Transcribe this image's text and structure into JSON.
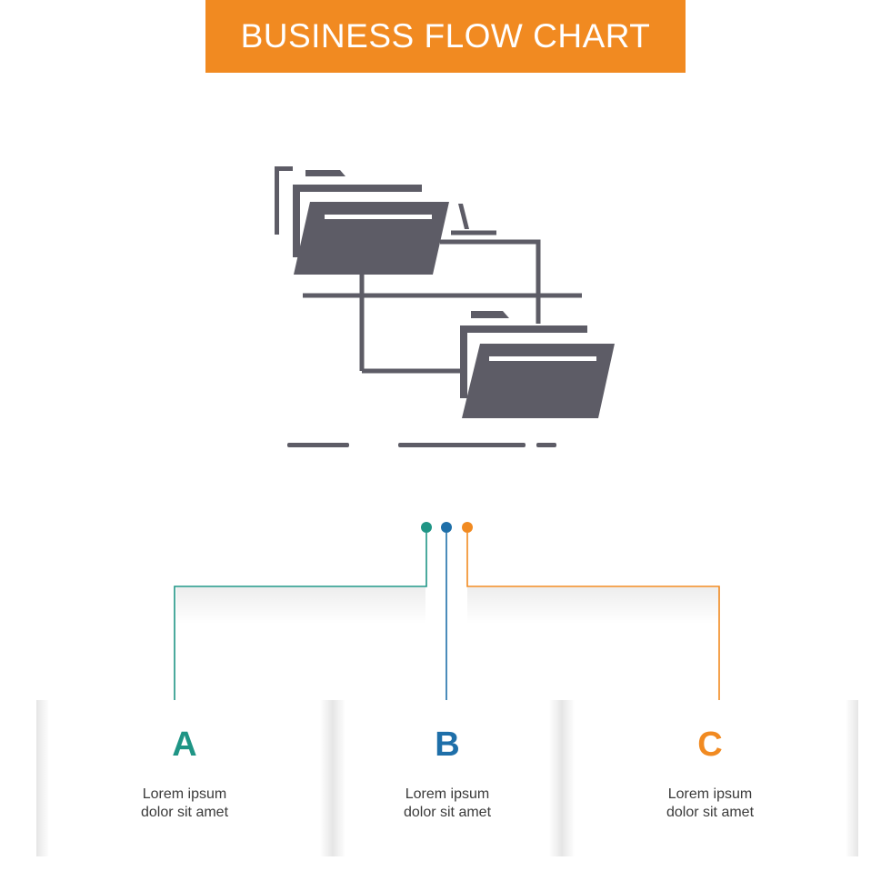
{
  "title": "BUSINESS FLOW CHART",
  "colors": {
    "banner": "#f18a21",
    "icon": "#5d5c66",
    "teal": "#1f9585",
    "blue": "#1e6fa9",
    "orange": "#f18a21"
  },
  "icon": {
    "name": "folder-network-icon"
  },
  "steps": [
    {
      "letter": "A",
      "line1": "Lorem ipsum",
      "line2": "dolor sit amet",
      "color": "#1f9585"
    },
    {
      "letter": "B",
      "line1": "Lorem ipsum",
      "line2": "dolor sit amet",
      "color": "#1e6fa9"
    },
    {
      "letter": "C",
      "line1": "Lorem ipsum",
      "line2": "dolor sit amet",
      "color": "#f18a21"
    }
  ]
}
